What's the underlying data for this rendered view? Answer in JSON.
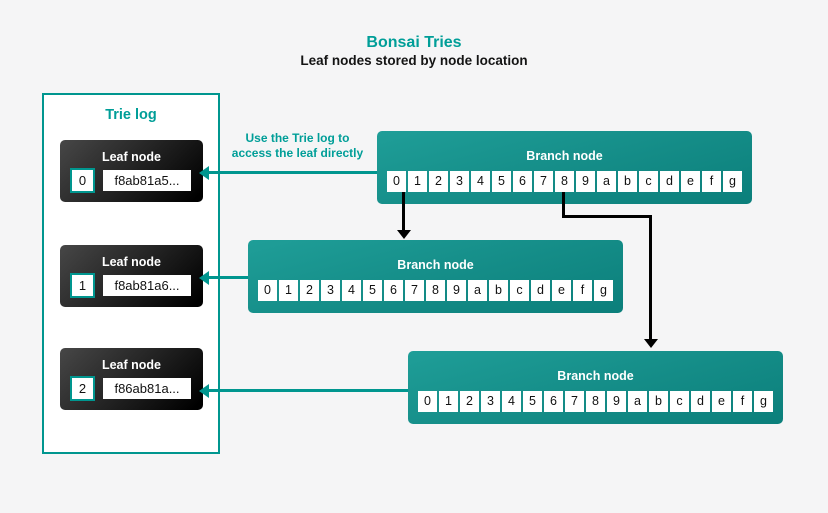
{
  "header": {
    "title": "Bonsai Tries",
    "subtitle": "Leaf nodes stored by node location"
  },
  "annotation": {
    "line1": "Use the Trie log to",
    "line2": "access the leaf directly"
  },
  "trie_log": {
    "title": "Trie log",
    "leaves": [
      {
        "label": "Leaf node",
        "index": "0",
        "hash": "f8ab81a5..."
      },
      {
        "label": "Leaf node",
        "index": "1",
        "hash": "f8ab81a6..."
      },
      {
        "label": "Leaf node",
        "index": "2",
        "hash": "f86ab81a..."
      }
    ]
  },
  "branches": [
    {
      "label": "Branch node",
      "cells": [
        "0",
        "1",
        "2",
        "3",
        "4",
        "5",
        "6",
        "7",
        "8",
        "9",
        "a",
        "b",
        "c",
        "d",
        "e",
        "f",
        "g"
      ]
    },
    {
      "label": "Branch node",
      "cells": [
        "0",
        "1",
        "2",
        "3",
        "4",
        "5",
        "6",
        "7",
        "8",
        "9",
        "a",
        "b",
        "c",
        "d",
        "e",
        "f",
        "g"
      ]
    },
    {
      "label": "Branch node",
      "cells": [
        "0",
        "1",
        "2",
        "3",
        "4",
        "5",
        "6",
        "7",
        "8",
        "9",
        "a",
        "b",
        "c",
        "d",
        "e",
        "f",
        "g"
      ]
    }
  ],
  "colors": {
    "accent": "#00968F",
    "background": "#F5F5F6",
    "branch_fill_top": "#1F9E98",
    "branch_fill_bottom": "#0B7F7B",
    "leaf_fill_top": "#474747",
    "leaf_fill_bottom": "#000000",
    "arrow_black": "#000000"
  }
}
